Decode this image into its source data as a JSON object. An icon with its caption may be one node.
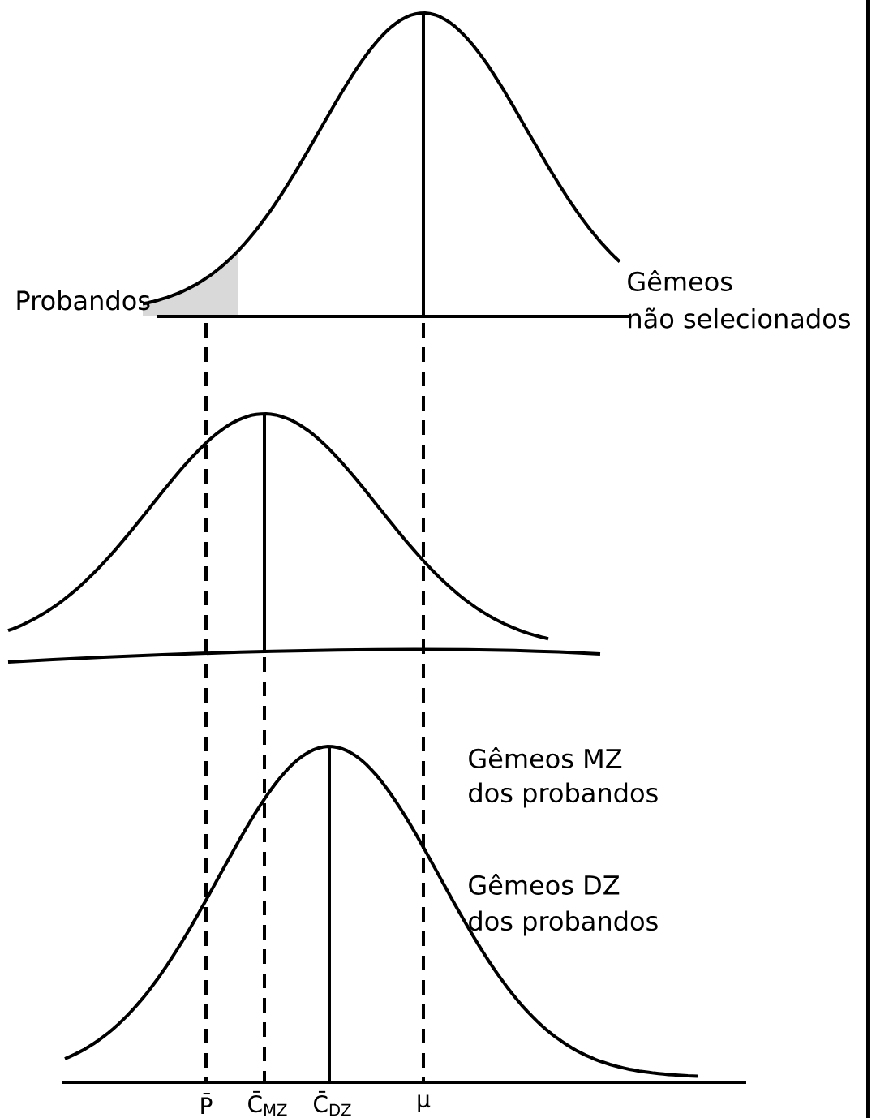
{
  "diagram": {
    "labels": [
      "Gêmeos",
      "não selecionados",
      "Probandos",
      "Gêmeos MZ",
      "dos probandos",
      "Gêmeos DZ",
      "dos probandos",
      "P̄",
      "C̄$_{MZ}$",
      "C̄$_{DZ}$",
      "μ"
    ]
  }
}
